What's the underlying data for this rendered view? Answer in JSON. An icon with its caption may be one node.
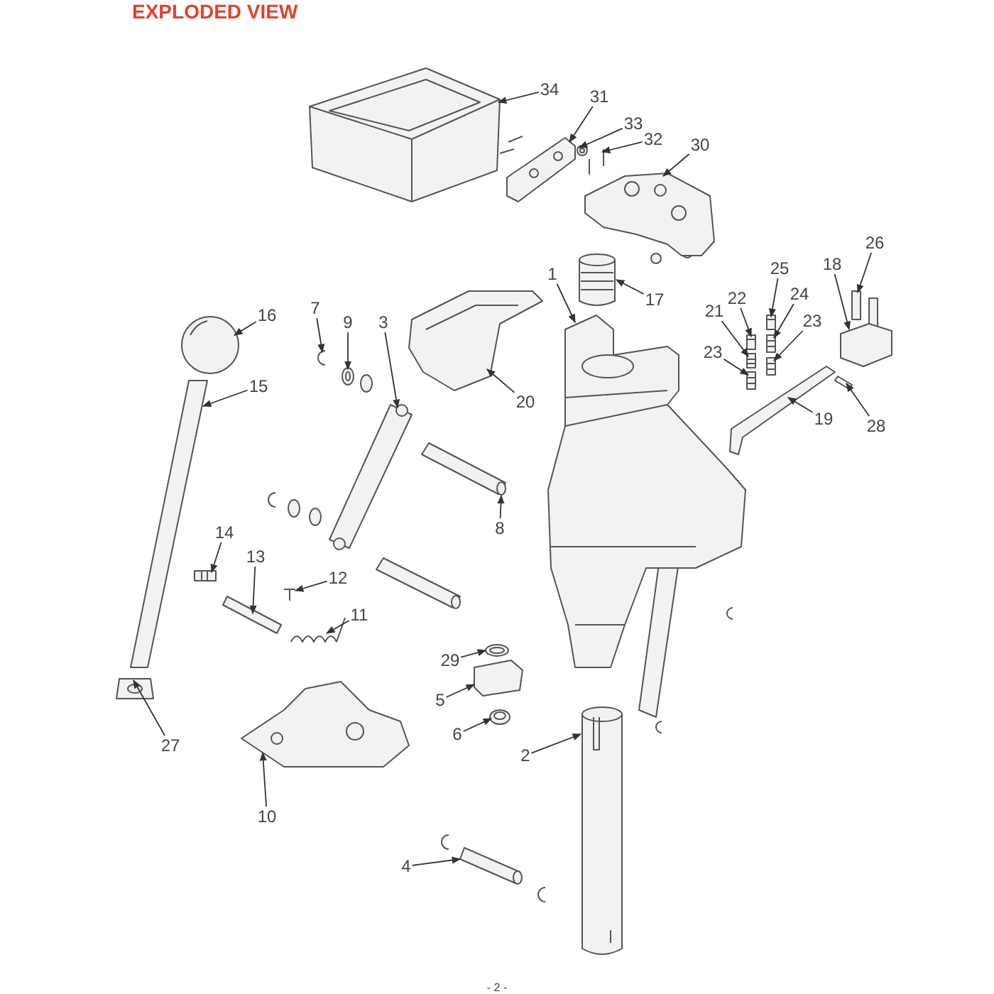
{
  "diagram": {
    "title": "EXPLODED VIEW",
    "nodes": [
      {
        "text": [
          "34"
        ]
      },
      {
        "text": [
          "31"
        ]
      },
      {
        "text": [
          "33"
        ]
      },
      {
        "text": [
          "32"
        ]
      },
      {
        "text": [
          "30"
        ]
      },
      {
        "text": [
          "26"
        ]
      },
      {
        "text": [
          "18"
        ]
      },
      {
        "text": [
          "25"
        ]
      },
      {
        "text": [
          "1"
        ]
      },
      {
        "text": [
          "24"
        ]
      },
      {
        "text": [
          "22"
        ]
      },
      {
        "text": [
          "17"
        ]
      },
      {
        "text": [
          "7"
        ]
      },
      {
        "text": [
          "21"
        ]
      },
      {
        "text": [
          "16"
        ]
      },
      {
        "text": [
          "23"
        ]
      },
      {
        "text": [
          "9"
        ]
      },
      {
        "text": [
          "3"
        ]
      },
      {
        "text": [
          "23"
        ]
      },
      {
        "text": [
          "15"
        ]
      },
      {
        "text": [
          "20"
        ]
      },
      {
        "text": [
          "19"
        ]
      },
      {
        "text": [
          "28"
        ]
      },
      {
        "text": [
          "8"
        ]
      },
      {
        "text": [
          "14"
        ]
      },
      {
        "text": [
          "13"
        ]
      },
      {
        "text": [
          "12"
        ]
      },
      {
        "text": [
          "11"
        ]
      },
      {
        "text": [
          "29"
        ]
      },
      {
        "text": [
          "5"
        ]
      },
      {
        "text": [
          "6"
        ]
      },
      {
        "text": [
          "2"
        ]
      },
      {
        "text": [
          "27"
        ]
      },
      {
        "text": [
          "10"
        ]
      },
      {
        "text": [
          "4"
        ]
      },
      {
        "text": [],
        "shape": "picture"
      },
      {
        "text": [],
        "shape": "picture"
      },
      {
        "text": [],
        "shape": "picture"
      },
      {
        "text": [],
        "shape": "picture"
      },
      {
        "text": [],
        "shape": "picture"
      },
      {
        "text": [],
        "shape": "picture"
      },
      {
        "text": [],
        "shape": "picture"
      },
      {
        "text": [],
        "shape": "picture"
      },
      {
        "text": [],
        "shape": "picture"
      },
      {
        "text": [],
        "shape": "picture"
      },
      {
        "text": [],
        "shape": "picture"
      },
      {
        "text": [],
        "shape": "picture"
      },
      {
        "text": [],
        "shape": "picture"
      },
      {
        "text": [],
        "shape": "picture"
      },
      {
        "text": [],
        "shape": "picture"
      },
      {
        "text": [],
        "shape": "picture"
      },
      {
        "text": [],
        "shape": "picture"
      },
      {
        "text": [],
        "shape": "picture"
      },
      {
        "text": [],
        "shape": "picture"
      },
      {
        "text": [],
        "shape": "picture"
      },
      {
        "text": [],
        "shape": "picture"
      },
      {
        "text": [],
        "shape": "picture"
      },
      {
        "text": [],
        "shape": "picture"
      },
      {
        "text": [],
        "shape": "picture"
      },
      {
        "text": [],
        "shape": "picture"
      },
      {
        "text": [],
        "shape": "picture"
      },
      {
        "text": [],
        "shape": "picture"
      },
      {
        "text": [],
        "shape": "picture"
      },
      {
        "text": [],
        "shape": "picture"
      },
      {
        "text": [],
        "shape": "picture"
      },
      {
        "text": [],
        "shape": "picture"
      },
      {
        "text": [],
        "shape": "picture"
      },
      {
        "text": [],
        "shape": "picture"
      },
      {
        "text": [],
        "shape": "picture"
      },
      {
        "text": [],
        "shape": "picture"
      }
    ],
    "edges": [
      {
        "from": 0,
        "to": 35,
        "arrow": "to"
      },
      {
        "from": 1,
        "to": 36,
        "arrow": "to"
      },
      {
        "from": 2,
        "to": 37,
        "arrow": "to"
      },
      {
        "from": 3,
        "to": 38,
        "arrow": "to"
      },
      {
        "from": 4,
        "to": 39,
        "arrow": "to"
      },
      {
        "from": 5,
        "to": 40,
        "arrow": "to"
      },
      {
        "from": 6,
        "to": 41,
        "arrow": "to"
      },
      {
        "from": 7,
        "to": 42,
        "arrow": "to"
      },
      {
        "from": 8,
        "to": 43,
        "arrow": "to"
      },
      {
        "from": 9,
        "to": 44,
        "arrow": "to"
      },
      {
        "from": 10,
        "to": 45,
        "arrow": "to"
      },
      {
        "from": 11,
        "to": 46,
        "arrow": "to"
      },
      {
        "from": 12,
        "to": 47,
        "arrow": "to"
      },
      {
        "from": 13,
        "to": 48,
        "arrow": "to"
      },
      {
        "from": 14,
        "to": 49,
        "arrow": "to"
      },
      {
        "from": 15,
        "to": 50,
        "arrow": "to"
      },
      {
        "from": 16,
        "to": 51,
        "arrow": "to"
      },
      {
        "from": 17,
        "to": 52,
        "arrow": "to"
      },
      {
        "from": 18,
        "to": 53,
        "arrow": "to"
      },
      {
        "from": 19,
        "to": 54,
        "arrow": "to"
      },
      {
        "from": 20,
        "to": 55,
        "arrow": "to"
      },
      {
        "from": 21,
        "to": 56,
        "arrow": "to"
      },
      {
        "from": 22,
        "to": 57,
        "arrow": "to"
      },
      {
        "from": 23,
        "to": 58,
        "arrow": "to"
      },
      {
        "from": 24,
        "to": 59,
        "arrow": "to"
      },
      {
        "from": 25,
        "to": 60,
        "arrow": "to"
      },
      {
        "from": 26,
        "to": 61,
        "arrow": "to"
      },
      {
        "from": 27,
        "to": 62,
        "arrow": "to"
      },
      {
        "from": 28,
        "to": 63,
        "arrow": "to"
      },
      {
        "from": 29,
        "to": 64,
        "arrow": "to"
      },
      {
        "from": 30,
        "to": 65,
        "arrow": "to"
      },
      {
        "from": 31,
        "to": 66,
        "arrow": "to"
      },
      {
        "from": 32,
        "to": 67,
        "arrow": "to"
      },
      {
        "from": 33,
        "to": 68,
        "arrow": "to"
      },
      {
        "from": 34,
        "to": 69,
        "arrow": "to"
      }
    ],
    "labels": [
      "- 2 -"
    ]
  }
}
